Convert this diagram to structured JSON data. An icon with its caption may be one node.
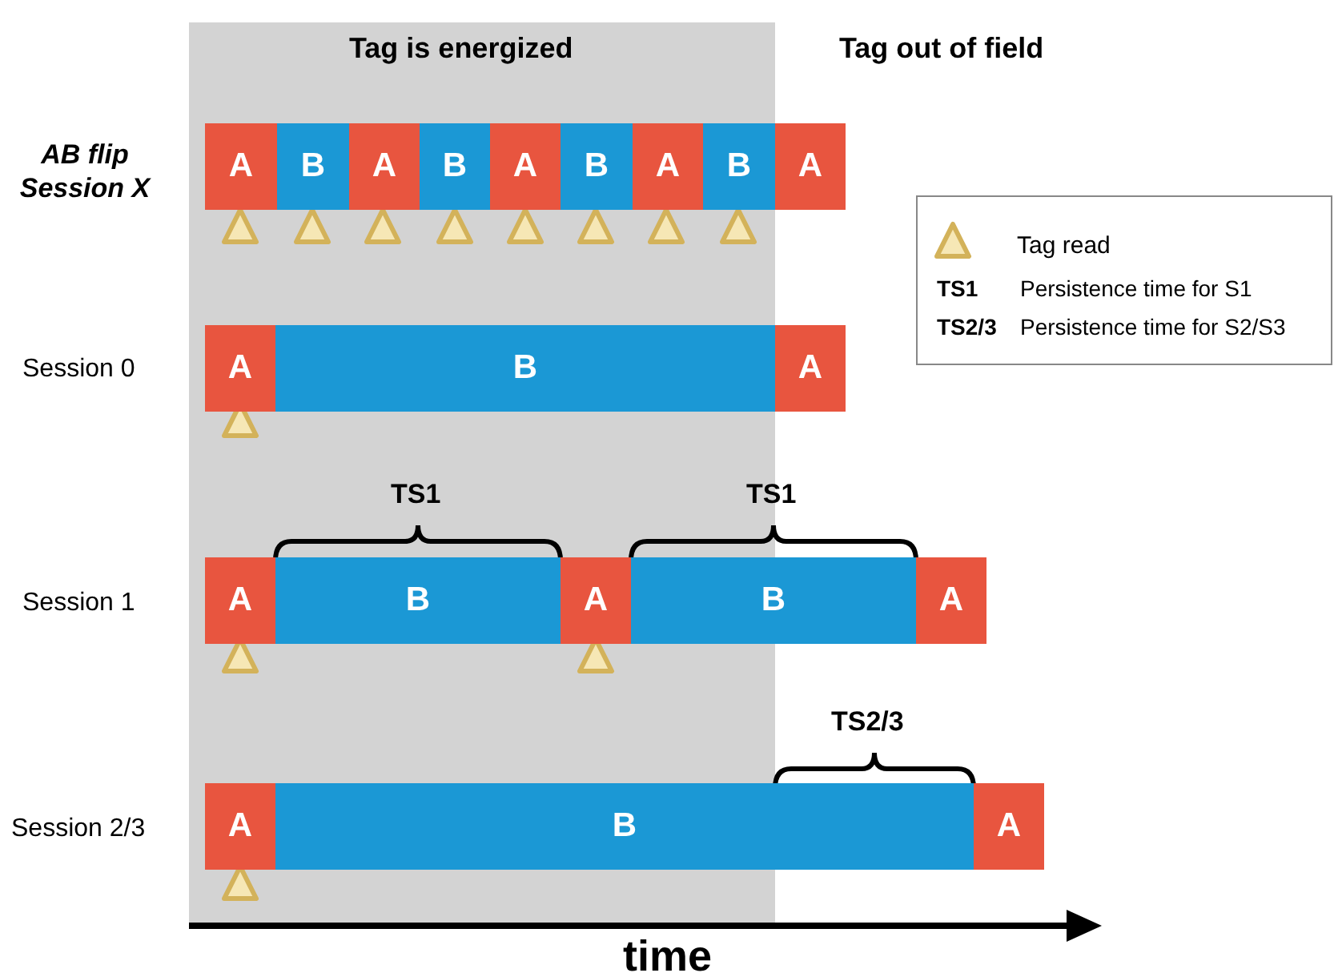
{
  "diagram": {
    "nodes": [
      {
        "text": [
          "A"
        ]
      },
      {
        "text": [
          "B"
        ]
      },
      {
        "text": [
          "A"
        ]
      },
      {
        "text": [
          "B"
        ]
      },
      {
        "text": [
          "A"
        ]
      },
      {
        "text": [
          "B"
        ]
      },
      {
        "text": [
          "A"
        ]
      },
      {
        "text": [
          "B"
        ]
      },
      {
        "text": [
          "A"
        ]
      },
      {
        "text": [
          "A"
        ]
      },
      {
        "text": [
          "B"
        ]
      },
      {
        "text": [
          "A"
        ]
      },
      {
        "text": [
          "A"
        ]
      },
      {
        "text": [
          "B"
        ]
      },
      {
        "text": [
          "A"
        ]
      },
      {
        "text": [
          "B"
        ]
      },
      {
        "text": [
          "A"
        ]
      },
      {
        "text": [
          "A"
        ]
      },
      {
        "text": [
          "B"
        ]
      },
      {
        "text": [
          "A"
        ]
      }
    ],
    "labels": [
      "Tag is energized",
      "Tag out of field",
      "AB flip Session X",
      "TS1",
      "Persistence time for S1",
      "TS2/3",
      "Persistence time for S2/S3",
      "Session 0",
      "TS1",
      "TS1",
      "Session 1",
      "TS2/3",
      "Session 2/3",
      "time"
    ],
    "legend": [
      {
        "text": "Tag read"
      }
    ]
  }
}
